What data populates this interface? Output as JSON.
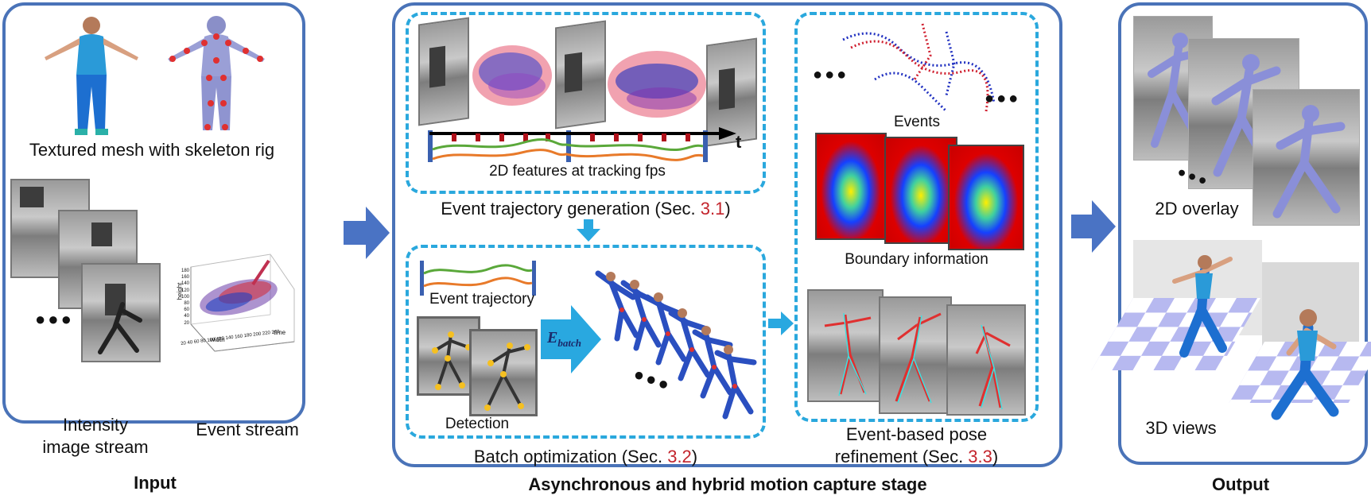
{
  "input_panel": {
    "title": "Input",
    "mesh_caption": "Textured mesh with skeleton rig",
    "intensity_caption_line1": "Intensity",
    "intensity_caption_line2": "image stream",
    "event_caption": "Event stream",
    "plot_axes": {
      "z": "height",
      "x": "width",
      "y": "time"
    },
    "plot_z_ticks": [
      "180",
      "160",
      "140",
      "120",
      "100",
      "80",
      "60",
      "40",
      "20"
    ],
    "plot_x_ticks": "20 40 60 80 100 120 140 160 180 200 220 240",
    "ellipsis": "●●●"
  },
  "stage_panel": {
    "title": "Asynchronous and hybrid motion capture stage",
    "trajectory": {
      "caption": "Event trajectory generation (Sec. ",
      "ref": "3.1",
      "caption_end": ")",
      "features_label": "2D features at tracking fps",
      "time_label": "t"
    },
    "batch": {
      "caption": "Batch optimization (Sec. ",
      "ref": "3.2",
      "caption_end": ")",
      "event_traj_label": "Event trajectory",
      "detection_label": "Detection",
      "energy_label": "E",
      "energy_sub": "batch"
    },
    "refine": {
      "events_label": "Events",
      "boundary_label": "Boundary information",
      "caption_line1": "Event-based  pose",
      "caption_line2": "refinement (Sec. ",
      "ref": "3.3",
      "caption_end": ")"
    }
  },
  "output_panel": {
    "title": "Output",
    "overlay_label": "2D overlay",
    "views_label": "3D views"
  },
  "colors": {
    "panel_border": "#4a73b8",
    "dashed_border": "#2aa8dd",
    "big_arrow": "#4a73c4",
    "ref_red": "#c3242c",
    "trajectory_green": "#5aa83a",
    "trajectory_orange": "#e87a2a",
    "tick_red": "#b0101a"
  }
}
